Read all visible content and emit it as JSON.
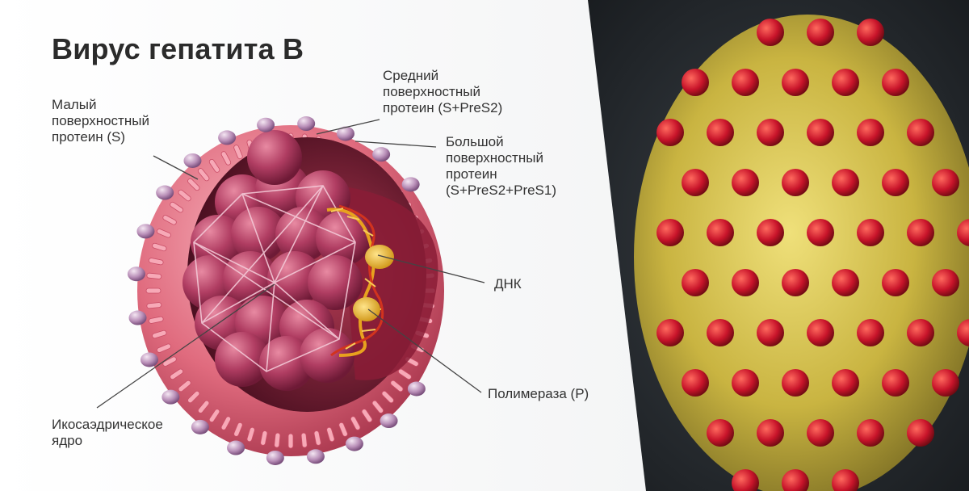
{
  "title": "Вирус гепатита В",
  "labels": {
    "small_protein": [
      "Малый",
      "поверхностный",
      "протеин (S)"
    ],
    "middle_protein": [
      "Средний",
      "поверхностный",
      "протеин (S+PreS2)"
    ],
    "large_protein": [
      "Большой",
      "поверхностный",
      "протеин",
      "(S+PreS2+PreS1)"
    ],
    "dna": [
      "ДНК"
    ],
    "polymerase": [
      "Полимераза (Р)"
    ],
    "core": [
      "Икосаэдрическое",
      "ядро"
    ]
  },
  "colors": {
    "membrane": "#e8637a",
    "capsid": "#a8325a",
    "dna_strand": "#e8a21e",
    "virion_particle": "#c8142a",
    "virion_body": "#c9b441",
    "panel_dark": "#1e2226",
    "leader_line": "#444444"
  }
}
